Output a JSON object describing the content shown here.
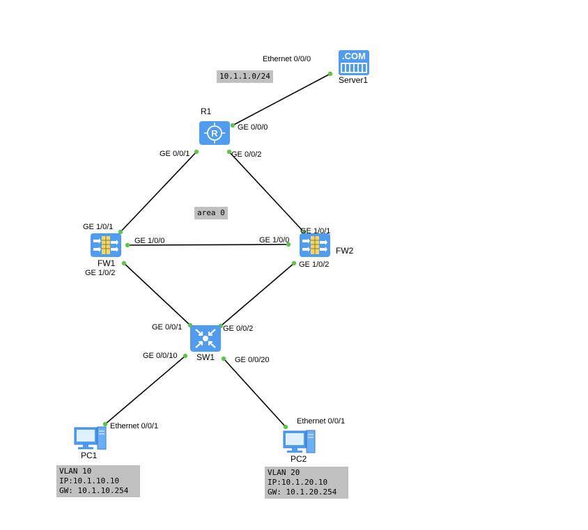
{
  "devices": {
    "server1": "Server1",
    "r1": "R1",
    "fw1": "FW1",
    "fw2": "FW2",
    "sw1": "SW1",
    "pc1": "PC1",
    "pc2": "PC2"
  },
  "server_icon_text": ".COM",
  "interfaces": {
    "server1_eth": "Ethernet 0/0/0",
    "r1_ge000": "GE 0/0/0",
    "r1_ge001": "GE 0/0/1",
    "r1_ge002": "GE 0/0/2",
    "fw1_ge101": "GE 1/0/1",
    "fw1_ge100": "GE 1/0/0",
    "fw1_ge102": "GE 1/0/2",
    "fw2_ge101": "GE 1/0/1",
    "fw2_ge100": "GE 1/0/0",
    "fw2_ge102": "GE 1/0/2",
    "sw1_ge001": "GE 0/0/1",
    "sw1_ge002": "GE 0/0/2",
    "sw1_ge0010": "GE 0/0/10",
    "sw1_ge0020": "GE 0/0/20",
    "pc1_eth": "Ethernet 0/0/1",
    "pc2_eth": "Ethernet 0/0/1"
  },
  "notes": {
    "subnet": "10.1.1.0/24",
    "area": "area 0",
    "pc1_info": [
      "VLAN 10",
      "IP:10.1.10.10",
      "GW: 10.1.10.254"
    ],
    "pc2_info": [
      "VLAN 20",
      "IP:10.1.20.10",
      "GW: 10.1.20.254"
    ]
  },
  "colors": {
    "device_blue": "#4f9cf0",
    "link": "#000000",
    "port_dot": "#5ec44a",
    "note_bg": "#c0c0c0"
  }
}
